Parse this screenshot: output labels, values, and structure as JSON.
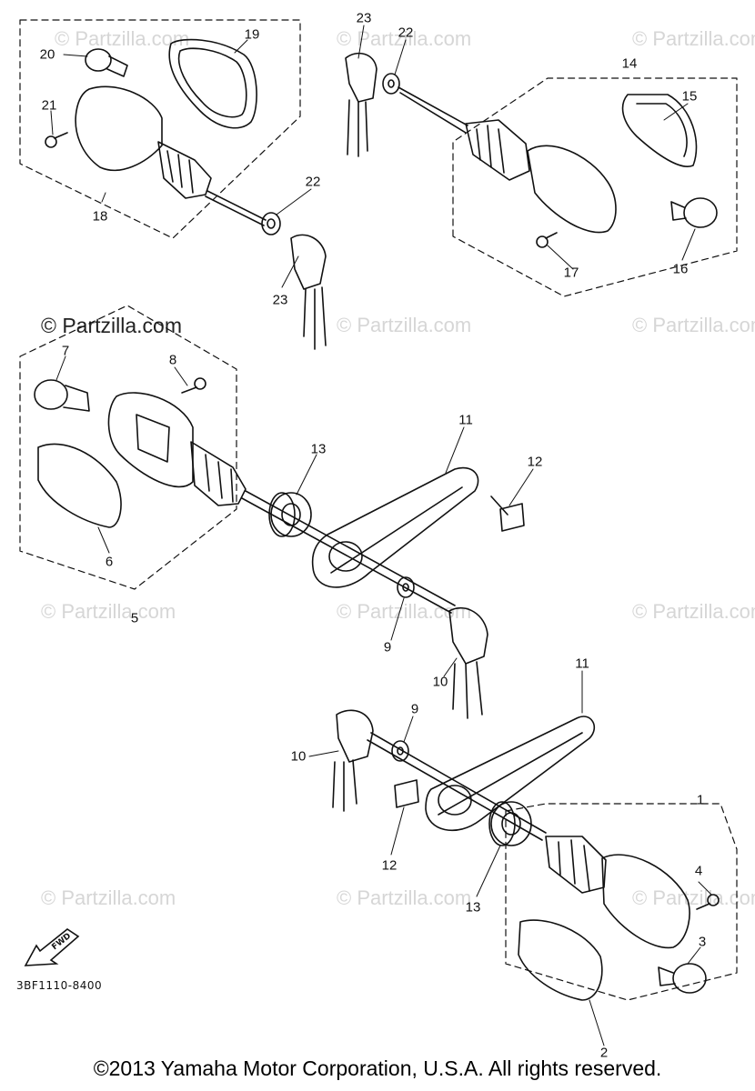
{
  "diagram": {
    "part_code": "3BF1110-8400",
    "copyright": "©2013  Yamaha Motor Corporation, U.S.A. All rights reserved.",
    "fwd_label": "FWD",
    "watermark": "© Partzilla.com",
    "callouts": {
      "c1": "1",
      "c2": "2",
      "c3": "3",
      "c4": "4",
      "c5": "5",
      "c6": "6",
      "c7": "7",
      "c8": "8",
      "c9a": "9",
      "c9b": "9",
      "c10a": "10",
      "c10b": "10",
      "c11a": "11",
      "c11b": "11",
      "c12a": "12",
      "c12b": "12",
      "c13a": "13",
      "c13b": "13",
      "c14": "14",
      "c15": "15",
      "c16": "16",
      "c17": "17",
      "c18": "18",
      "c19": "19",
      "c20": "20",
      "c21": "21",
      "c22a": "22",
      "c22b": "22",
      "c23a": "23",
      "c23b": "23"
    }
  }
}
